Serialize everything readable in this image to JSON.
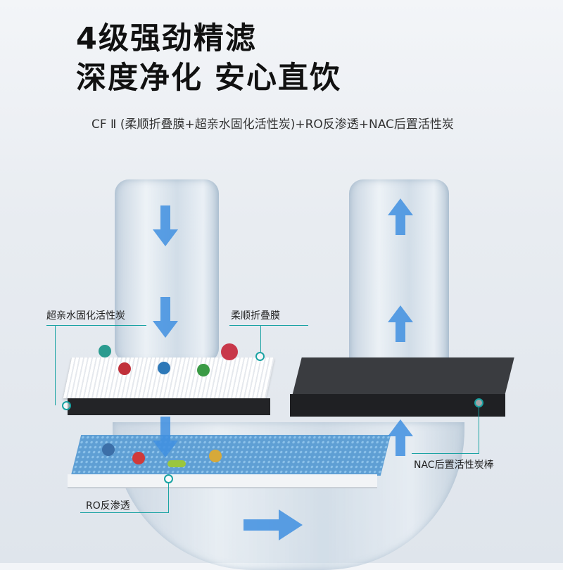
{
  "headline": {
    "line1": "4级强劲精滤",
    "line2": "深度净化 安心直饮"
  },
  "subtitle": "CF Ⅱ (柔顺折叠膜+超亲水固化活性炭)+RO反渗透+NAC后置活性炭",
  "labels": {
    "carbon": "超亲水固化活性炭",
    "membrane": "柔顺折叠膜",
    "ro": "RO反渗透",
    "nac": "NAC后置活性炭棒"
  },
  "colors": {
    "arrow": "#3f8fe0",
    "callout": "#1aa3a3",
    "carbon_block": "#2b2d30",
    "ro_layer": "#6aa9d8"
  }
}
